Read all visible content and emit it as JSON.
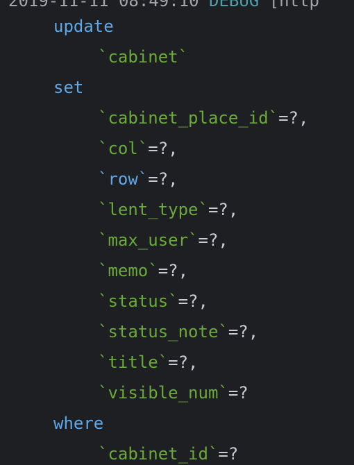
{
  "header_fragment": {
    "timestamp": "2019-11-11 08:49:10",
    "tag": "DEBUG",
    "bracket": "[http"
  },
  "sql": {
    "update_kw": "update",
    "table": "`cabinet`",
    "set_kw": "set",
    "columns": [
      {
        "name": "`cabinet_place_id`",
        "op": "=?,"
      },
      {
        "name": "`col`",
        "op": "=?,"
      },
      {
        "name": "`row`",
        "op": "=?,"
      },
      {
        "name": "`lent_type`",
        "op": "=?,"
      },
      {
        "name": "`max_user`",
        "op": "=?,"
      },
      {
        "name": "`memo`",
        "op": "=?,"
      },
      {
        "name": "`status`",
        "op": "=?,"
      },
      {
        "name": "`status_note`",
        "op": "=?,"
      },
      {
        "name": "`title`",
        "op": "=?,"
      },
      {
        "name": "`visible_num`",
        "op": "=?"
      }
    ],
    "where_kw": "where",
    "where_column": "`cabinet_id`",
    "where_op": "=?"
  },
  "colors": {
    "background": "#1e1f22",
    "keyword": "#5fa8e8",
    "identifier": "#6aaa3a",
    "operator": "#c9cdd3"
  }
}
